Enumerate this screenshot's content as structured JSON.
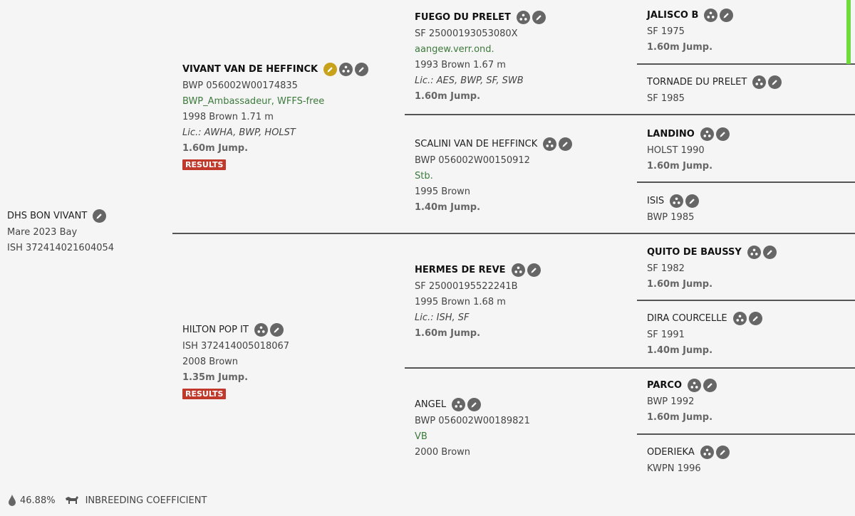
{
  "subject": {
    "name": "DHS BON VIVANT",
    "line1": "Mare 2023 Bay",
    "line2": "ISH 372414021604054"
  },
  "sire": {
    "name": "VIVANT VAN DE HEFFINCK",
    "reg": "BWP 056002W00174835",
    "pred": "BWP_Ambassadeur, WFFS-free",
    "birth": "1998 Brown 1.71 m",
    "lic": "Lic.: AWHA, BWP, HOLST",
    "jump": "1.60m Jump.",
    "results": "RESULTS"
  },
  "dam": {
    "name": "HILTON POP IT",
    "reg": "ISH 372414005018067",
    "birth": "2008 Brown",
    "jump": "1.35m Jump.",
    "results": "RESULTS"
  },
  "gen3": {
    "ss": {
      "name": "FUEGO DU PRELET",
      "reg": "SF 25000193053080X",
      "pred": "aangew.verr.ond.",
      "birth": "1993 Brown 1.67 m",
      "lic": "Lic.: AES, BWP, SF, SWB",
      "jump": "1.60m Jump."
    },
    "sd": {
      "name": "SCALINI VAN DE HEFFINCK",
      "reg": "BWP 056002W00150912",
      "pred": "Stb.",
      "birth": "1995 Brown",
      "jump": "1.40m Jump."
    },
    "ds": {
      "name": "HERMES DE REVE",
      "reg": "SF 25000195522241B",
      "birth": "1995 Brown 1.68 m",
      "lic": "Lic.: ISH, SF",
      "jump": "1.60m Jump."
    },
    "dd": {
      "name": "ANGEL",
      "reg": "BWP 056002W00189821",
      "pred": "VB",
      "birth": "2000 Brown"
    }
  },
  "gen4": [
    {
      "name": "JALISCO B",
      "reg": "SF 1975",
      "jump": "1.60m Jump."
    },
    {
      "name": "TORNADE DU PRELET",
      "reg": "SF 1985"
    },
    {
      "name": "LANDINO",
      "reg": "HOLST 1990",
      "jump": "1.60m Jump."
    },
    {
      "name": "ISIS",
      "reg": "BWP 1985"
    },
    {
      "name": "QUITO DE BAUSSY",
      "reg": "SF 1982",
      "jump": "1.60m Jump."
    },
    {
      "name": "DIRA COURCELLE",
      "reg": "SF 1991",
      "jump": "1.40m Jump."
    },
    {
      "name": "PARCO",
      "reg": "BWP 1992",
      "jump": "1.60m Jump."
    },
    {
      "name": "ODERIEKA",
      "reg": "KWPN 1996"
    }
  ],
  "footer": {
    "percent": "46.88%",
    "label": "INBREEDING COEFFICIENT"
  },
  "colors": {
    "accent_green": "#6fdc3c",
    "results_red": "#c0392b",
    "predicate_green": "#3c7a3c",
    "gold_icon": "#c8a21b"
  }
}
